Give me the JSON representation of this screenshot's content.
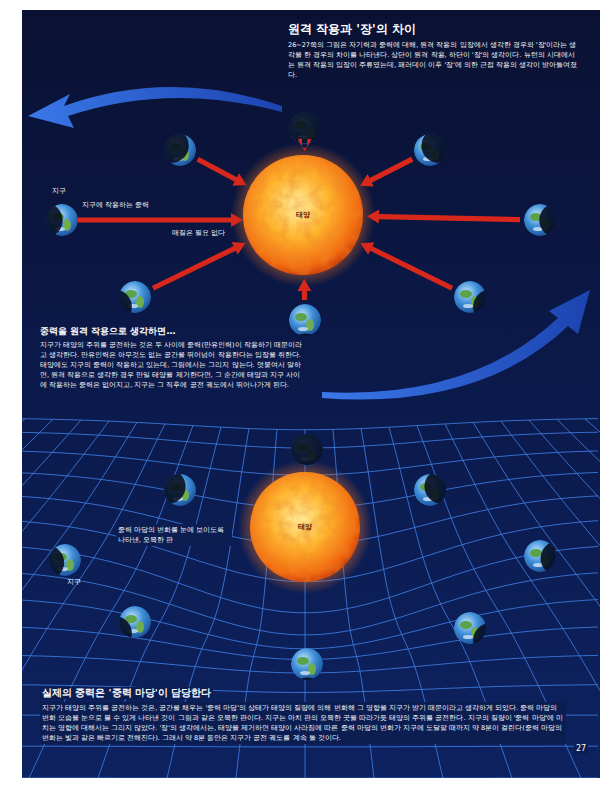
{
  "diagram": {
    "title": "원격 작용과 '장'의 차이",
    "nodes": [
      {
        "text": [
          "지구"
        ]
      },
      {
        "text": [
          "태양"
        ]
      },
      {
        "text": [
          "태양"
        ]
      },
      {
        "text": [
          "지구"
        ]
      }
    ],
    "edges": [
      {
        "from": 0,
        "to": 1,
        "arrow": "to",
        "label": "지구에 작용하는 중력"
      }
    ],
    "labels": [
      "26~27쪽의 그림은 자기력과 중력에 대해, 원격 작용의 입장에서 생각한 경우와 '장'이라는 생각을 한 경우의 차이를 나타낸다. 상단이 원격 작용, 하단이 '장'의 생각이다. 뉴턴의 시대에서는 원격 작용의 입장이 주류였는데, 패러데이 이후 '장'에 의한 근접 작용의 생각이 받아들여졌다.",
      "매질은 필요 없다",
      "중력을 원격 작용으로 생각하면…",
      "지구가 태양의 주위를 공전하는 것은 두 사이에 중력(만유인력)이 작용하기 때문이라고 생각한다. 만유인력은 아무것도 없는 공간을 뛰어넘어 작용한다는 입장을 취한다. 태양에도 지구의 중력이 작용하고 있는데, 그림에서는 그리지 않는다. 덧붙여서 말하면, 원격 작용으로 생각한 경우 만일 태양을 제거한다면, 그 순간에 태양과 지구 사이에 작용하는 중력은 없어지고, 지구는 그 직후에 공전 궤도에서 뛰어나가게 된다.",
      "중력 마당의 변화를 눈에 보이도록 나타낸, 오목한 판",
      "실제의 중력은 '중력 마당'이 담당한다",
      "지구가 태양의 주위를 공전하는 것은, 공간을 채우는 '중력 마당'의 상태가 태양의 질량에 의해 변화해 그 영향을 지구가 받기 때문이라고 생각하게 되었다. 중력 마당의 변화 모습을 눈으로 볼 수 있게 나타낸 것이 그림과 같은 오목한 판이다. 지구는 마치 판의 오목한 곳을 따라가듯 태양의 주위를 공전한다. 지구의 질량이 '중력 마당'에 미치는 영향에 대해서는 그리지 않았다. '장'의 생각에서는, 태양을 제거하면 태양이 사라짐에 따른 중력 마당의 변화가 지구에 도달할 때까지 약 8분이 걸린다(중력 마당의 변화는 빛과 같은 빠르기로 전해진다). 그래서 약 8분 동안은 지구가 공전 궤도를 계속 돌 것이다.",
      "27"
    ]
  }
}
